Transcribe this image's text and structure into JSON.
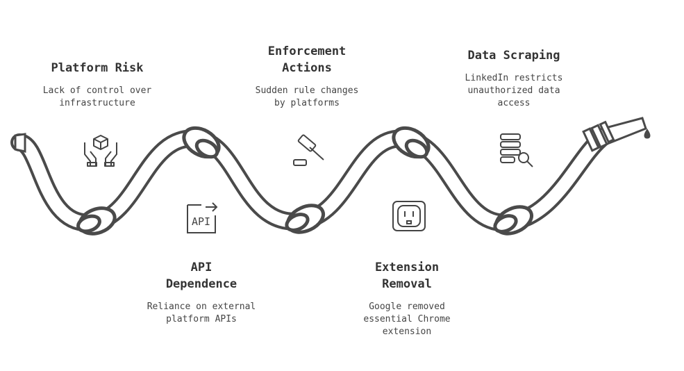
{
  "stages": [
    {
      "title": "Platform Risk",
      "desc": "Lack of control over\ninfrastructure",
      "icon": "hands-cube-icon"
    },
    {
      "title": "API\nDependence",
      "desc": "Reliance on external\nplatform APIs",
      "icon": "api-icon",
      "icon_text": "API"
    },
    {
      "title": "Enforcement\nActions",
      "desc": "Sudden rule changes\nby platforms",
      "icon": "gavel-icon"
    },
    {
      "title": "Extension\nRemoval",
      "desc": "Google removed\nessential Chrome\nextension",
      "icon": "power-outlet-icon"
    },
    {
      "title": "Data Scraping",
      "desc": "LinkedIn restricts\nunauthorized data\naccess",
      "icon": "database-search-icon"
    }
  ],
  "colors": {
    "rope": "#4a4a4a",
    "text": "#3a3a3a"
  }
}
